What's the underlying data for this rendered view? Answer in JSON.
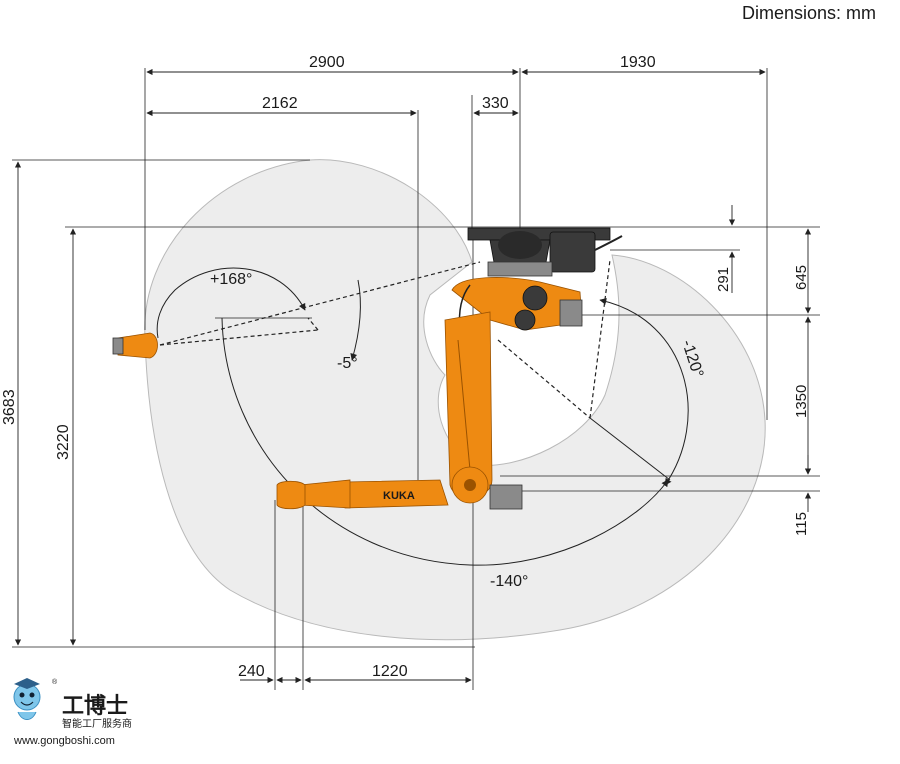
{
  "header": {
    "units": "Dimensions: mm"
  },
  "dimensions": {
    "d2900": "2900",
    "d1930": "1930",
    "d2162": "2162",
    "d330": "330",
    "d3683": "3683",
    "d3220": "3220",
    "d645": "645",
    "d291": "291",
    "d1350": "1350",
    "d115": "115",
    "d240": "240",
    "d1220": "1220"
  },
  "angles": {
    "a_p168": "+168°",
    "a_m5": "-5°",
    "a_m120": "-120°",
    "a_m140": "-140°"
  },
  "robot": {
    "brand_mark": "KUKA"
  },
  "watermark": {
    "name": "工博士",
    "subtitle": "智能工厂服务商",
    "url": "www.gongboshi.com",
    "registered": "®"
  },
  "colors": {
    "robot": "#ee8a12",
    "envelope": "#ededed",
    "lines": "#222222"
  }
}
